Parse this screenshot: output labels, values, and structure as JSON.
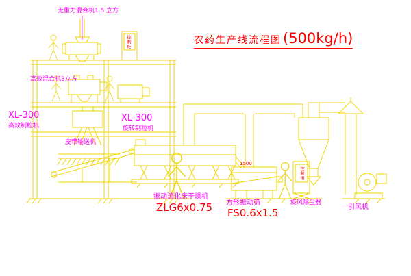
{
  "title": {
    "name": "农药生产线流程图",
    "capacity": "(500kg/h)"
  },
  "labels": {
    "mixer_top": "无重力混合机1.5 立方",
    "mixer_mid": "高效混合机3立方",
    "granulator_left_model": "XL-300",
    "granulator_left_name": "高效制粒机",
    "granulator_mid_model": "XL-300",
    "granulator_mid_name": "旋转制粒机",
    "belt_conveyor": "皮带输送机",
    "dryer_name": "振动流化床干燥机",
    "dryer_model": "ZLG6x0.75",
    "screen_name": "方形振动筛",
    "screen_model": "FS0.6x1.5",
    "screen_dim": "1500",
    "cyclone_name": "旋风除尘器",
    "fan_name": "引风机",
    "cabinet": "控制柜"
  },
  "colors": {
    "line": "#edd500",
    "label": "#ff00ff",
    "accent": "#ff0000",
    "background": "#ffffff"
  }
}
